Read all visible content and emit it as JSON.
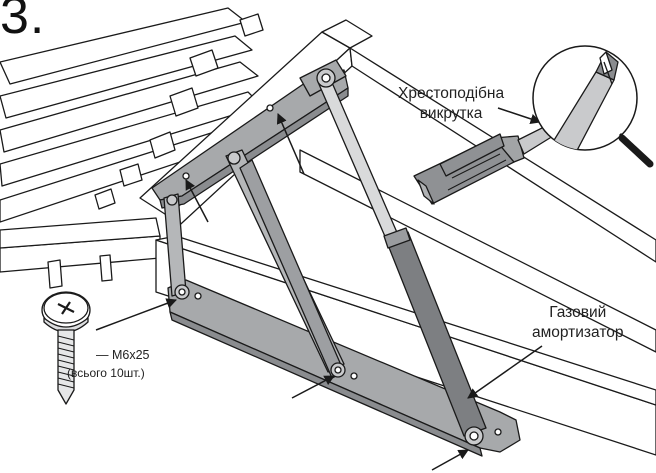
{
  "step": {
    "number": "3."
  },
  "labels": {
    "tool_line1": "Хрестоподібна",
    "tool_line2": "викрутка",
    "shock_line1": "Газовий",
    "shock_line2": "амортизатор",
    "screw_spec": "— М6х25",
    "screw_qty": "(всього 10шт.)"
  },
  "colors": {
    "line": "#1a1a1a",
    "metal": "#a7a9ab",
    "metal_dark": "#8a8c8f",
    "shock_body": "#7d7f82",
    "rod": "#d9dadb",
    "handle": "#8f9194",
    "wood": "#ffffff"
  },
  "icons": [
    "screw-icon",
    "screwdriver-icon",
    "magnifier-icon",
    "phillips-tip-icon"
  ]
}
